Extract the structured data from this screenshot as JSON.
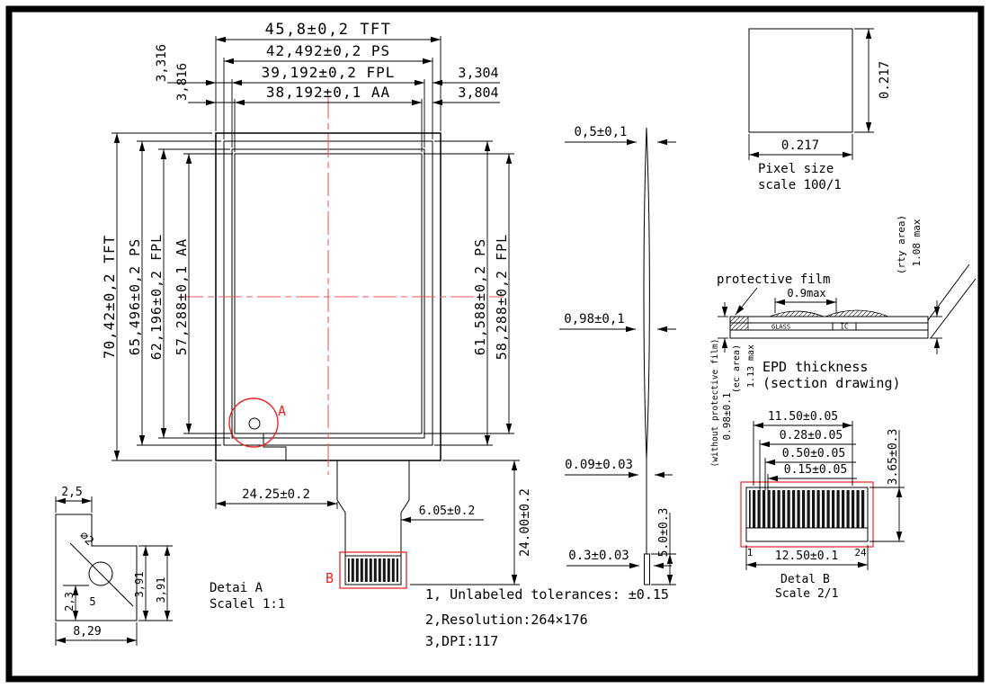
{
  "sheet": {
    "type": "EPD module mechanical drawing",
    "colors": {
      "line": "#000000",
      "accent_red": "#ee2222",
      "centerline_red": "#f25555"
    }
  },
  "main": {
    "top_dims": [
      "45,8±0,2 TFT",
      "42,492±0,2 PS",
      "39,192±0,2 FPL",
      "38,192±0,1 AA"
    ],
    "offset_left_fpl": "3,316",
    "offset_left_aa": "3,816",
    "offset_right_fpl": "3,304",
    "offset_right_aa": "3,804",
    "left_dims": [
      "70,42±0,2 TFT",
      "65,496±0,2 PS",
      "62,196±0,2 FPL",
      "57,288±0,1 AA"
    ],
    "right_dim_ps": "61,588±0,2 PS",
    "right_dim_fpl": "58,288±0,2 FPL",
    "dim_fpc_offset": "24.25±0.2",
    "dim_fpc_edge": "6.05±0.2",
    "dim_fpc_length": "24.00±0.2",
    "marker_a": "A",
    "marker_b": "B"
  },
  "side": {
    "dim_top_thickness": "0,5±0,1",
    "dim_mid_thickness": "0,98±0,1",
    "dim_film_thickness": "0.09±0.03",
    "dim_stiffener_length": "5.0±0.3",
    "dim_stiffener_thickness": "0.3±0.03"
  },
  "pixel": {
    "width": "0.217",
    "height": "0.217",
    "caption1": "Pixel size",
    "caption2": "scale 100/1"
  },
  "section": {
    "label_protective_film": "protective film",
    "label_rty_area": "(rty area)",
    "dim_rty_max": "1.08 max",
    "dim_dome_max": "0.9max",
    "label_glass": "GLASS",
    "label_ic": "IC",
    "label_ec_area": "(ec area)",
    "dim_ec_max": "1.13 max",
    "label_without_film": "(without protective film)",
    "dim_without_film": "0.98±0.1",
    "caption1": "EPD thickness",
    "caption2": "(section drawing)"
  },
  "detail_b": {
    "dim_rows": [
      "11.50±0.05",
      "0.28±0.05",
      "0.50±0.05",
      "0.15±0.05"
    ],
    "dim_height": "3.65±0.3",
    "dim_width": "12.50±0.1",
    "pin_first": "1",
    "pin_last": "24",
    "caption1": "Detal B",
    "caption2": "Scale 2/1"
  },
  "detail_a": {
    "dim_top": "2,5",
    "dim_hole": "∅2",
    "dim_left": "2,3",
    "dim_mid": "5",
    "dim_right_inner": "3,91",
    "dim_right_outer": "3,91",
    "dim_bottom": "8,29",
    "caption1": "Detai A",
    "caption2": "Scalel 1:1"
  },
  "notes": [
    "1, Unlabeled tolerances: ±0.15",
    "2,Resolution:264×176",
    "3,DPI:117"
  ]
}
